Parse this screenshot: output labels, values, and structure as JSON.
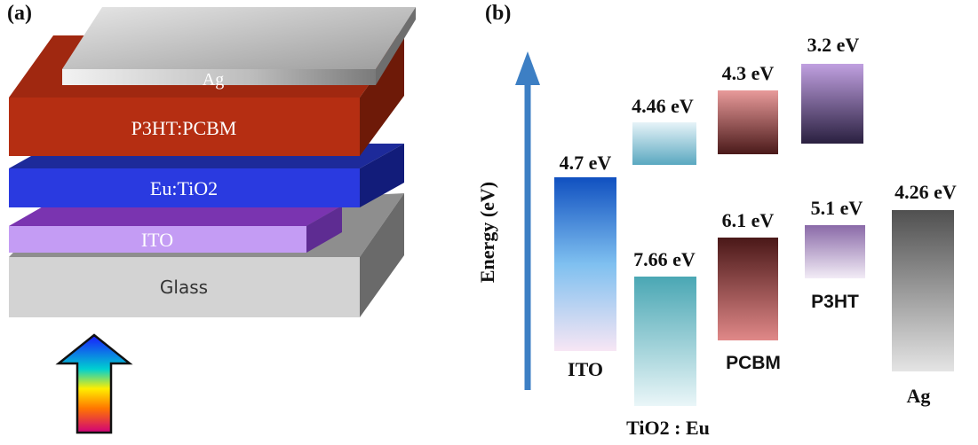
{
  "panels": {
    "a": "(a)",
    "b": "(b)"
  },
  "stack": {
    "ag": "Ag",
    "p3ht_pcbm": "P3HT:PCBM",
    "eu_tio2": "Eu:TiO2",
    "ito": "ITO",
    "glass": "Glass"
  },
  "energy": {
    "axis_label": "Energy (eV)",
    "bars": [
      {
        "material": "ITO",
        "value": "4.7 eV"
      },
      {
        "material": "TiO2 : Eu",
        "lumo": "4.46 eV",
        "homo": "7.66 eV"
      },
      {
        "material": "PCBM",
        "lumo": "4.3 eV",
        "homo": "6.1 eV"
      },
      {
        "material": "P3HT",
        "lumo": "3.2 eV",
        "homo": "5.1 eV"
      },
      {
        "material": "Ag",
        "value": "4.26 eV"
      }
    ]
  },
  "colors": {
    "ag": "#b8b8b8",
    "p3ht_pcbm": "#b02a10",
    "eu_tio2": "#2233dd",
    "ito": "#9a4ee0",
    "glass": "#cfcfcf",
    "arrow": "#3d7fc4"
  }
}
